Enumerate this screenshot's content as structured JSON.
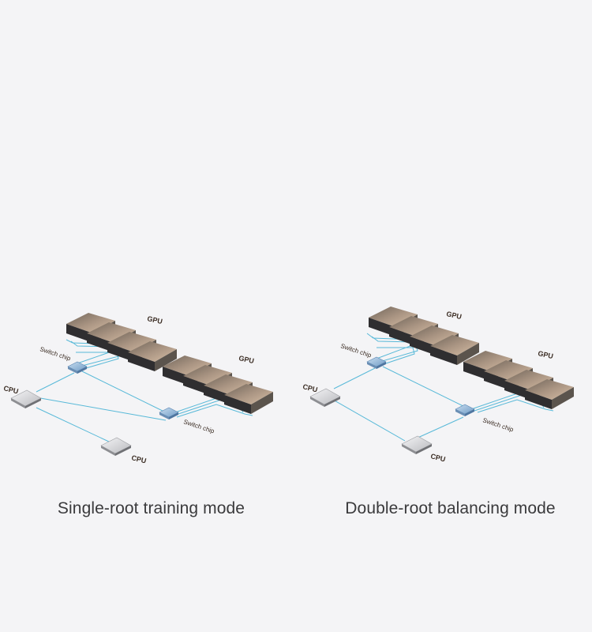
{
  "panels": [
    {
      "caption": "Single-root training mode",
      "labels": {
        "gpu_top": "GPU",
        "gpu_bottom": "GPU",
        "switch_top": "Switch chip",
        "switch_bottom": "Switch chip",
        "cpu_left": "CPU",
        "cpu_bottom": "CPU"
      }
    },
    {
      "caption": "Double-root balancing mode",
      "labels": {
        "gpu_top": "GPU",
        "gpu_bottom": "GPU",
        "switch_top": "Switch chip",
        "switch_bottom": "Switch chip",
        "cpu_left": "CPU",
        "cpu_bottom": "CPU"
      }
    }
  ],
  "colors": {
    "background": "#f4f4f6",
    "link": "#58b9d8",
    "gpu_top_face": "#8c7a6b",
    "gpu_front": "#2f2e30",
    "switch_chip": "#8db3d6",
    "cpu": "#d9d9dc"
  }
}
